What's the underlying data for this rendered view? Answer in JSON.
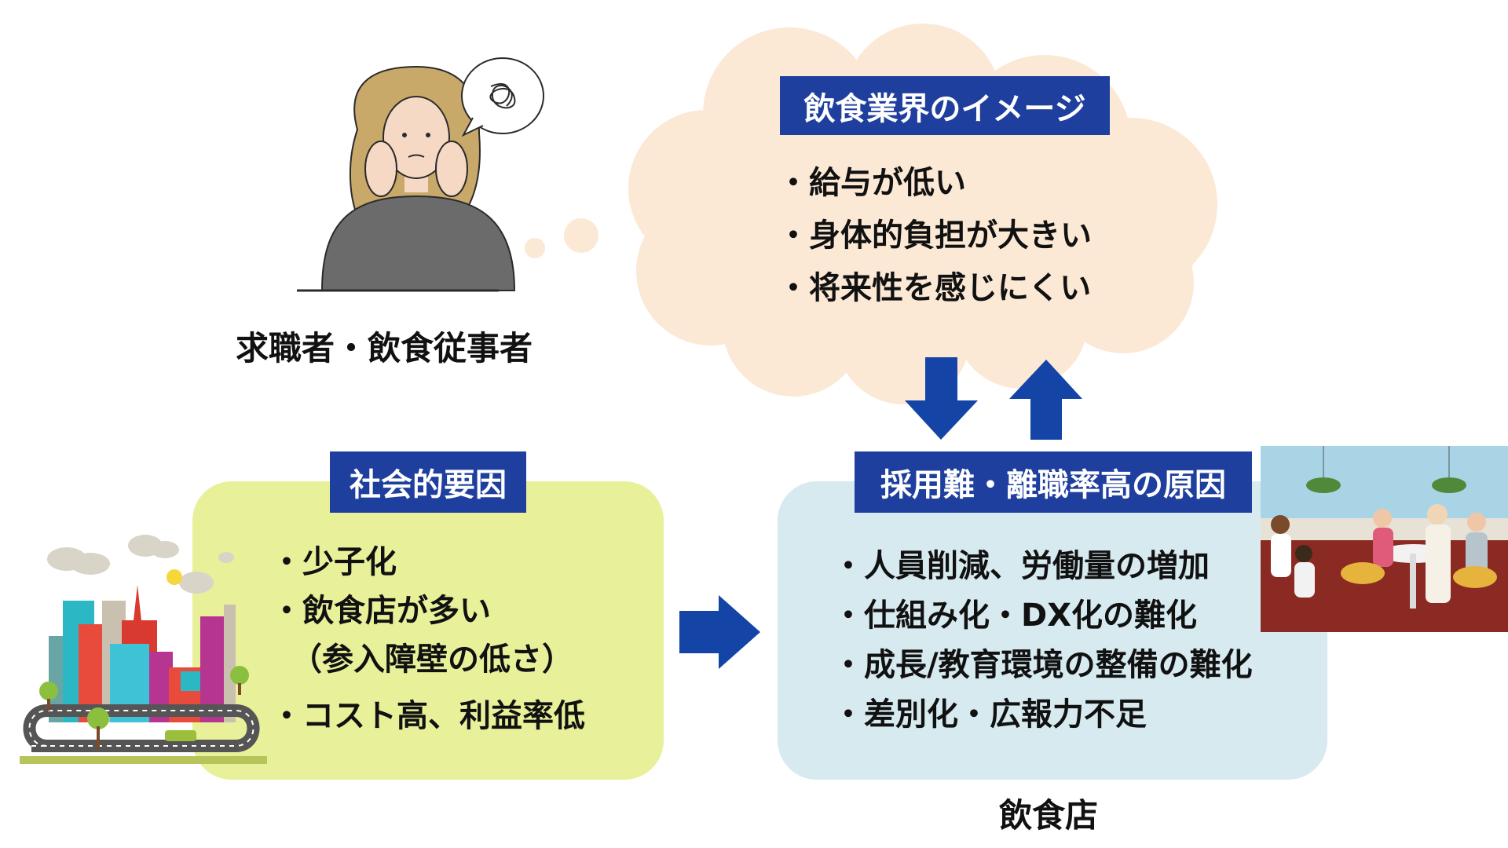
{
  "person": {
    "caption": "求職者・飲食従事者"
  },
  "image_cloud": {
    "title": "飲食業界のイメージ",
    "items": [
      "・給与が低い",
      "・身体的負担が大きい",
      "・将来性を感じにくい"
    ]
  },
  "social": {
    "title": "社会的要因",
    "items": [
      "・少子化",
      "・飲食店が多い",
      "（参入障壁の低さ）",
      "・コスト高、利益率低"
    ]
  },
  "causes": {
    "title": "採用難・離職率高の原因",
    "items": [
      "・人員削減、労働量の増加",
      "・仕組み化・DX化の難化",
      "・成長/教育環境の整備の難化",
      "・差別化・広報力不足"
    ]
  },
  "restaurant": {
    "caption": "飲食店"
  },
  "colors": {
    "label_bg": "#1f3f9e",
    "arrow": "#1344a6",
    "cloud": "#fbe9d6",
    "social_bg": "#e8f09a",
    "causes_bg": "#d6eaf0"
  }
}
